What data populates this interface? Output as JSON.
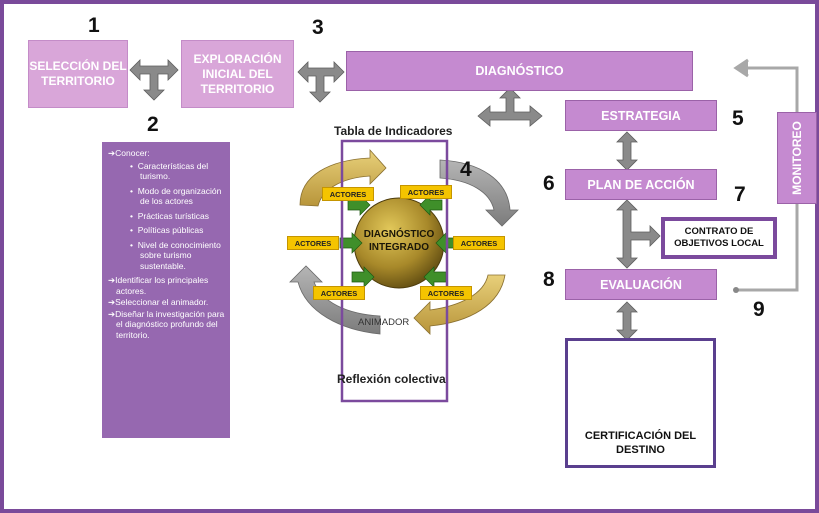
{
  "numbers": {
    "n1": "1",
    "n2": "2",
    "n3": "3",
    "n4": "4",
    "n5": "5",
    "n6": "6",
    "n7": "7",
    "n8": "8",
    "n9": "9"
  },
  "boxes": {
    "seleccion": "SELECCIÓN DEL TERRITORIO",
    "exploracion": "EXPLORACIÓN INICIAL DEL TERRITORIO",
    "diagnostico": "DIAGNÓSTICO",
    "estrategia": "ESTRATEGIA",
    "plan": "PLAN DE ACCIÓN",
    "evaluacion": "EVALUACIÓN",
    "monitoreo": "MONITOREO",
    "contrato": "CONTRATO DE OBJETIVOS LOCAL",
    "certificacion": "CERTIFICACIÓN DEL DESTINO"
  },
  "panel": {
    "conocer": "Conocer:",
    "items": [
      "Características del turismo.",
      "Modo de organización de los actores",
      "Prácticas turísticas",
      "Políticas públicas",
      "Nivel de conocimiento sobre turismo sustentable."
    ],
    "identificar": "Identificar los principales actores.",
    "seleccionar": "Seleccionar el animador.",
    "disenar": "Diseñar la investigación para  el diagnóstico profundo del territorio."
  },
  "cycle": {
    "tabla": "Tabla de Indicadores",
    "reflexion": "Reflexión colectiva",
    "center": "DIAGNÓSTICO INTEGRADO",
    "animador": "ANIMADOR",
    "actor": "ACTORES"
  },
  "colors": {
    "frame": "#7a4a9a",
    "main_box": "#c58ad0",
    "light_box": "#d9a6d9",
    "panel": "#9668b0",
    "actor": "#f5c400",
    "arrow_gray": "#8a8a8a"
  }
}
